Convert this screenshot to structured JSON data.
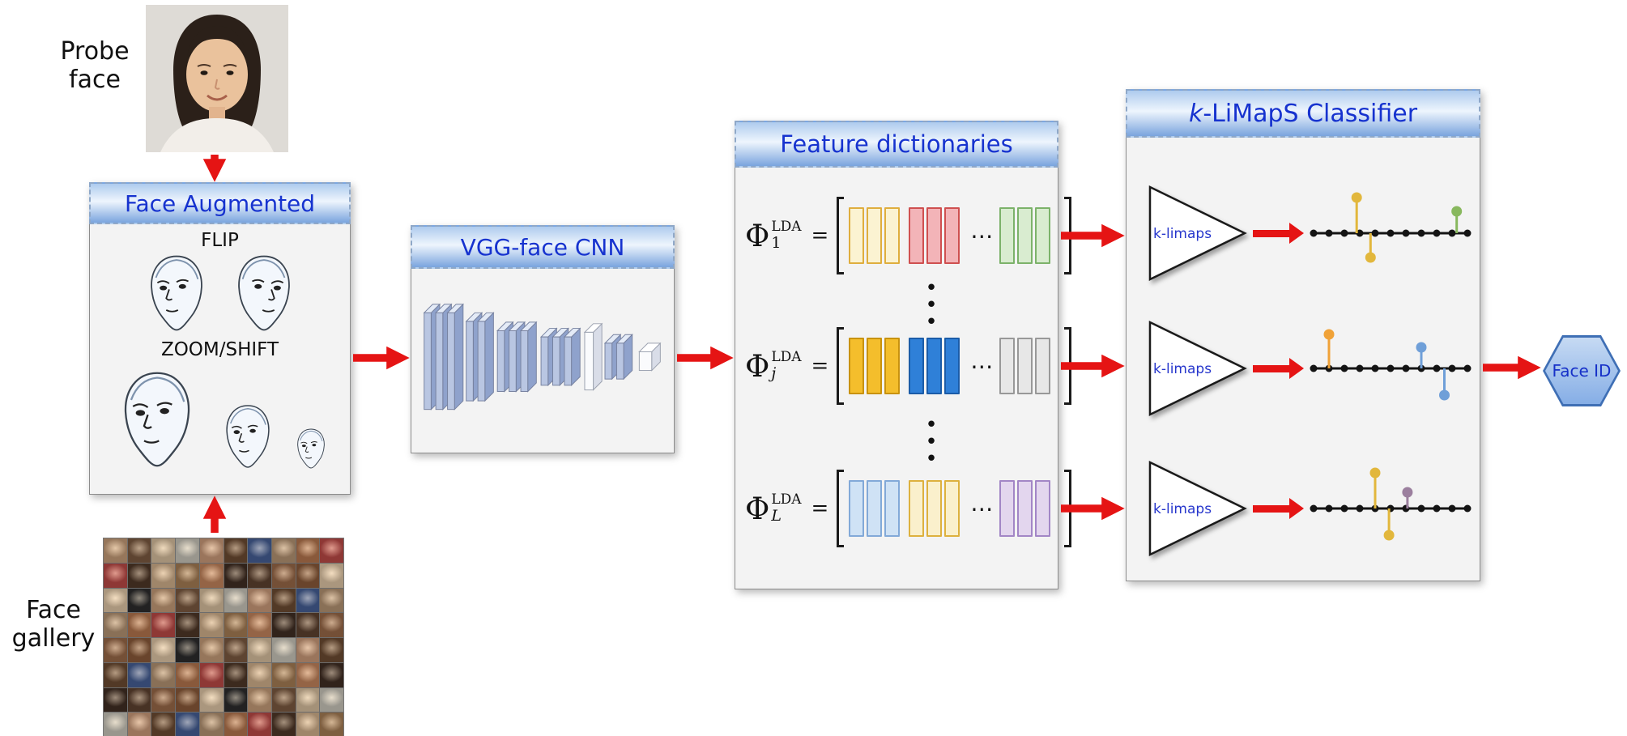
{
  "probe": {
    "line1": "Probe",
    "line2": "face"
  },
  "gallery_label": {
    "line1": "Face",
    "line2": "gallery"
  },
  "augment": {
    "title": "Face Augmented",
    "flip": "FLIP",
    "zoom": "ZOOM/SHIFT"
  },
  "vgg": {
    "title": "VGG-face CNN"
  },
  "dictionaries": {
    "title": "Feature dictionaries",
    "phi": "Φ",
    "sup": "LDA",
    "equals": "=",
    "hdots": "⋯",
    "vdot": "•",
    "rows": [
      {
        "sub": "1",
        "italic": false,
        "groups": [
          {
            "count": 3,
            "fill": "#fbf3d2",
            "stroke": "#dfae3e"
          },
          {
            "count": 3,
            "fill": "#f3b4b8",
            "stroke": "#cf5050"
          },
          {
            "count": 3,
            "fill": "#d9ecd0",
            "stroke": "#7cb26a"
          }
        ]
      },
      {
        "sub": "j",
        "italic": true,
        "groups": [
          {
            "count": 3,
            "fill": "#f4be2c",
            "stroke": "#c8920e"
          },
          {
            "count": 3,
            "fill": "#2f80d8",
            "stroke": "#1b5ca8"
          },
          {
            "count": 3,
            "fill": "#e7e7e7",
            "stroke": "#989898"
          }
        ]
      },
      {
        "sub": "L",
        "italic": true,
        "groups": [
          {
            "count": 3,
            "fill": "#cfe2f5",
            "stroke": "#82a9d8"
          },
          {
            "count": 3,
            "fill": "#faf0cc",
            "stroke": "#ddb13e"
          },
          {
            "count": 3,
            "fill": "#e3d6ee",
            "stroke": "#a286c6"
          }
        ]
      }
    ]
  },
  "classifier": {
    "title_prefix": "k",
    "title_suffix": "-LiMapS Classifier",
    "triangle_label": "k-limaps",
    "stem_plots": [
      {
        "dots": 11,
        "stems": [
          {
            "p": 0.28,
            "d": 1,
            "h": 44,
            "c": "#e2b73c"
          },
          {
            "p": 0.37,
            "d": -1,
            "h": 30,
            "c": "#e2b73c"
          },
          {
            "p": 0.93,
            "d": 1,
            "h": 27,
            "c": "#88b85e"
          }
        ]
      },
      {
        "dots": 11,
        "stems": [
          {
            "p": 0.1,
            "d": 1,
            "h": 42,
            "c": "#f0a238"
          },
          {
            "p": 0.7,
            "d": 1,
            "h": 26,
            "c": "#6f9fd8"
          },
          {
            "p": 0.85,
            "d": -1,
            "h": 33,
            "c": "#6f9fd8"
          }
        ]
      },
      {
        "dots": 11,
        "stems": [
          {
            "p": 0.4,
            "d": 1,
            "h": 44,
            "c": "#e2b73c"
          },
          {
            "p": 0.49,
            "d": -1,
            "h": 33,
            "c": "#e2b73c"
          },
          {
            "p": 0.61,
            "d": 1,
            "h": 20,
            "c": "#9b7f9e"
          }
        ]
      }
    ]
  },
  "face_id": {
    "label": "Face ID"
  },
  "gallery": {
    "rows": 8,
    "cols": 10,
    "palette": [
      "#caa27e",
      "#8a5a3a",
      "#3a2a22",
      "#d8b894",
      "#b87850",
      "#6a4a32",
      "#dfc8a8",
      "#24282c",
      "#9a6a4a",
      "#c88860",
      "#4a3426",
      "#b89878",
      "#d0a080",
      "#7a5a42",
      "#e8d0b0",
      "#5a4030",
      "#a88058",
      "#c04848",
      "#40609e",
      "#cfcfc6"
    ]
  }
}
